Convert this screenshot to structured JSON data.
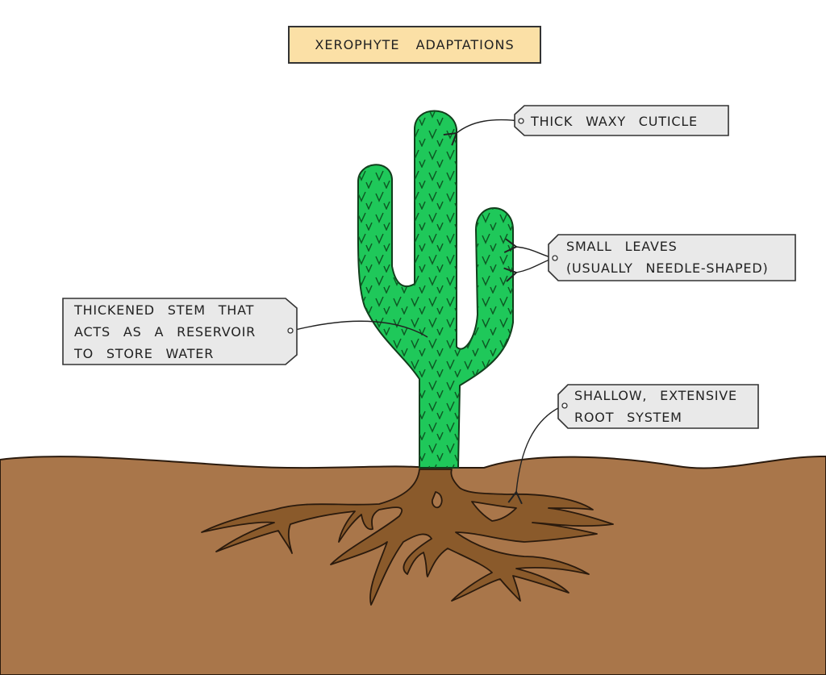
{
  "title": "XEROPHYTE ADAPTATIONS",
  "colors": {
    "title_bg": "#fbe0a6",
    "label_bg": "#e9e9e9",
    "cactus_green": "#1fc85a",
    "soil": "#a9764a",
    "root": "#8a5a2b",
    "outline": "#222222"
  },
  "labels": {
    "cuticle": {
      "lines": [
        "THICK WAXY CUTICLE"
      ]
    },
    "leaves": {
      "lines": [
        "SMALL LEAVES",
        "(USUALLY NEEDLE-SHAPED)"
      ]
    },
    "stem": {
      "lines": [
        "THICKENED STEM THAT",
        "ACTS AS A RESERVOIR",
        "TO STORE WATER"
      ]
    },
    "roots": {
      "lines": [
        "SHALLOW, EXTENSIVE",
        "ROOT SYSTEM"
      ]
    }
  },
  "parts": {
    "plant": "cactus",
    "ground": "soil",
    "roots": "root-system"
  }
}
